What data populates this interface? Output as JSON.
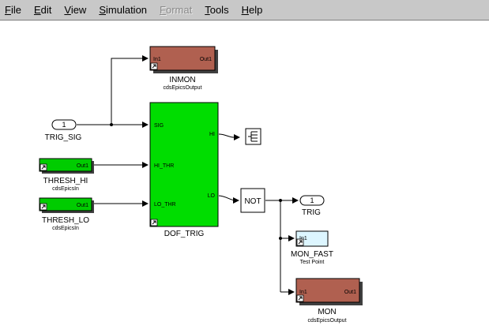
{
  "menu": {
    "items": [
      {
        "label": "File",
        "enabled": true
      },
      {
        "label": "Edit",
        "enabled": true
      },
      {
        "label": "View",
        "enabled": true
      },
      {
        "label": "Simulation",
        "enabled": true
      },
      {
        "label": "Format",
        "enabled": false
      },
      {
        "label": "Tools",
        "enabled": true
      },
      {
        "label": "Help",
        "enabled": true
      }
    ]
  },
  "colors": {
    "epics_output": "#b06050",
    "epics_input": "#00cc00",
    "subsystem": "#00dd00",
    "test_point": "#ddf6ff",
    "line": "#000000",
    "shadow": "#404040"
  },
  "blocks": {
    "inmon": {
      "in_port": "In1",
      "out_port": "Out1",
      "name": "INMON",
      "type": "cdsEpicsOutput"
    },
    "trig_sig": {
      "port_number": "1",
      "name": "TRIG_SIG"
    },
    "dof_trig": {
      "sig_port": "SIG",
      "hi_thr_port": "HI_THR",
      "lo_thr_port": "LO_THR",
      "hi_out": "HI",
      "lo_out": "LO",
      "name": "DOF_TRIG"
    },
    "thresh_hi": {
      "out_port": "Out1",
      "name": "THRESH_HI",
      "type": "cdsEpicsIn"
    },
    "thresh_lo": {
      "out_port": "Out1",
      "name": "THRESH_LO",
      "type": "cdsEpicsIn"
    },
    "not_gate": {
      "label": "NOT"
    },
    "trig_out": {
      "port_number": "1",
      "name": "TRIG"
    },
    "mon_fast": {
      "in_port": "In1",
      "name": "MON_FAST",
      "type": "Test Point"
    },
    "mon": {
      "in_port": "In1",
      "out_port": "Out1",
      "name": "MON",
      "type": "cdsEpicsOutput"
    }
  }
}
